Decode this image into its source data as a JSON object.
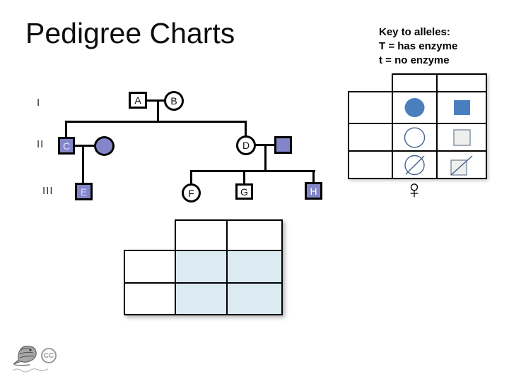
{
  "slide_title": "Pedigree Charts",
  "allele_key": {
    "lines": [
      "Key to alleles:",
      "T = has enzyme",
      "t = no enzyme"
    ]
  },
  "pedigree": {
    "generation_labels": [
      "I",
      "II",
      "III"
    ],
    "members": {
      "A": "A",
      "B": "B",
      "C": "C",
      "D": "D",
      "E": "E",
      "F": "F",
      "G": "G",
      "H": "H"
    }
  },
  "symbol_key_table": {
    "columns": 3,
    "rows": 4,
    "cells_text": "",
    "symbols": [
      {
        "row": 1,
        "female": "filled-circle-icon",
        "male": "filled-square-icon"
      },
      {
        "row": 2,
        "female": "open-circle-icon",
        "male": "open-square-icon"
      },
      {
        "row": 3,
        "female": "slashed-circle-icon",
        "male": "slashed-square-icon"
      }
    ]
  },
  "female_sign": "♀",
  "punnett_table": {
    "columns": 3,
    "rows": 3,
    "cells_text": ""
  },
  "cc_badge_label": "CC",
  "colors": {
    "affected_fill_purple": "#8286c9",
    "key_symbol_blue": "#4a7fbe",
    "key_symbol_outline": "#44618c",
    "key_square_light": "#efefee",
    "punnett_cell_blue": "#dcebf2"
  }
}
